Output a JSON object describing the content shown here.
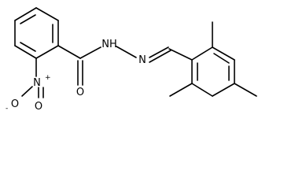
{
  "molecule": {
    "atoms": {
      "nitro_n": "N",
      "nitro_n_charge": "+",
      "nitro_o_bottom": "O",
      "nitro_o_bottom_charge": "-",
      "nitro_o_top": "O",
      "amide_o": "O",
      "nh": "NH",
      "n2": "N"
    }
  }
}
